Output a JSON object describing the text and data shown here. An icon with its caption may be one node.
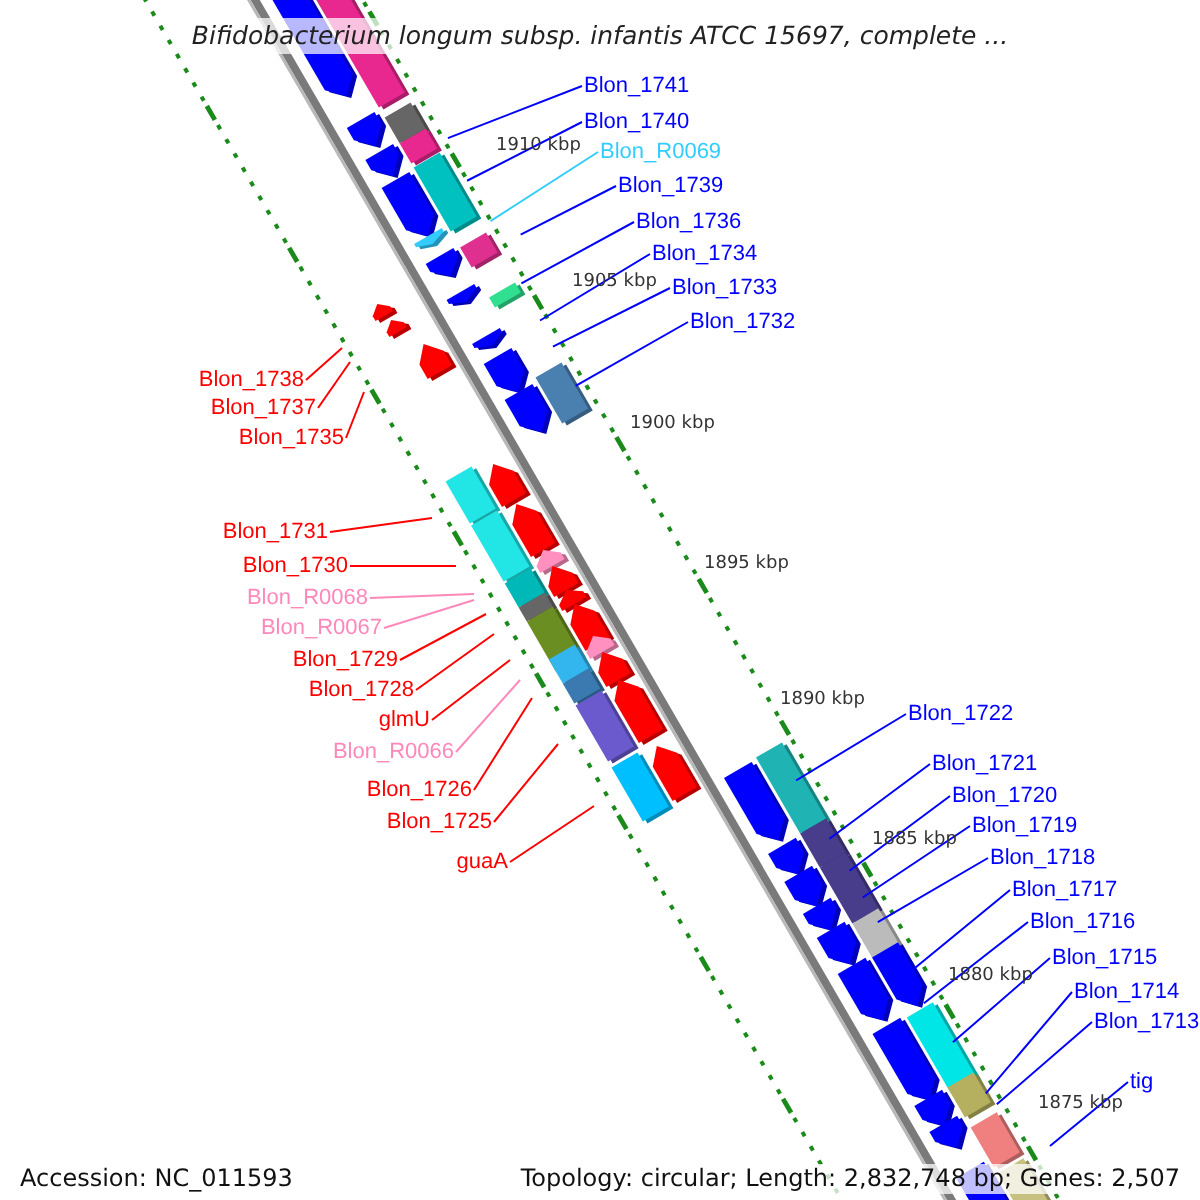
{
  "diagram": {
    "title": "Bifidobacterium longum subsp. infantis ATCC 15697, complete ...",
    "nodes": [
      {
        "text": [
          "Blon_1741"
        ]
      },
      {
        "text": [
          "Blon_1740"
        ]
      },
      {
        "text": [
          "Blon_R0069"
        ]
      },
      {
        "text": [
          "Blon_1739"
        ]
      },
      {
        "text": [
          "Blon_1736"
        ]
      },
      {
        "text": [
          "Blon_1734"
        ]
      },
      {
        "text": [
          "Blon_1733"
        ]
      },
      {
        "text": [
          "Blon_1732"
        ]
      },
      {
        "text": [
          "Blon_1738"
        ]
      },
      {
        "text": [
          "Blon_1737"
        ]
      },
      {
        "text": [
          "Blon_1735"
        ]
      },
      {
        "text": [
          "Blon_1731"
        ]
      },
      {
        "text": [
          "Blon_1730"
        ]
      },
      {
        "text": [
          "Blon_R0068"
        ]
      },
      {
        "text": [
          "Blon_R0067"
        ]
      },
      {
        "text": [
          "Blon_1729"
        ]
      },
      {
        "text": [
          "Blon_1728"
        ]
      },
      {
        "text": [
          "glmU"
        ]
      },
      {
        "text": [
          "Blon_R0066"
        ]
      },
      {
        "text": [
          "Blon_1726"
        ]
      },
      {
        "text": [
          "Blon_1725"
        ]
      },
      {
        "text": [
          "guaA"
        ]
      },
      {
        "text": [
          "Blon_1722"
        ]
      },
      {
        "text": [
          "Blon_1721"
        ]
      },
      {
        "text": [
          "Blon_1720"
        ]
      },
      {
        "text": [
          "Blon_1719"
        ]
      },
      {
        "text": [
          "Blon_1718"
        ]
      },
      {
        "text": [
          "Blon_1717"
        ]
      },
      {
        "text": [
          "Blon_1716"
        ]
      },
      {
        "text": [
          "Blon_1715"
        ]
      },
      {
        "text": [
          "Blon_1714"
        ]
      },
      {
        "text": [
          "Blon_1713"
        ]
      },
      {
        "text": [
          "tig"
        ]
      }
    ],
    "edges": [
      {
        "from": 0,
        "to": null,
        "arrow": "none"
      },
      {
        "from": 1,
        "to": null,
        "arrow": "none"
      },
      {
        "from": 2,
        "to": null,
        "arrow": "none",
        "color": "#33ccff"
      },
      {
        "from": 3,
        "to": null,
        "arrow": "none"
      },
      {
        "from": 4,
        "to": null,
        "arrow": "none"
      },
      {
        "from": 5,
        "to": null,
        "arrow": "none"
      },
      {
        "from": 6,
        "to": null,
        "arrow": "none"
      },
      {
        "from": 7,
        "to": null,
        "arrow": "none"
      },
      {
        "from": 8,
        "to": null,
        "arrow": "none",
        "color": "#ff0000"
      },
      {
        "from": 9,
        "to": null,
        "arrow": "none",
        "color": "#ff0000"
      },
      {
        "from": 10,
        "to": null,
        "arrow": "none",
        "color": "#ff0000"
      },
      {
        "from": 11,
        "to": null,
        "arrow": "none",
        "color": "#ff0000"
      },
      {
        "from": 12,
        "to": null,
        "arrow": "none",
        "color": "#ff0000"
      },
      {
        "from": 13,
        "to": null,
        "arrow": "none",
        "color": "#ff88bb"
      },
      {
        "from": 14,
        "to": null,
        "arrow": "none",
        "color": "#ff88bb"
      },
      {
        "from": 15,
        "to": null,
        "arrow": "none",
        "color": "#ff0000"
      },
      {
        "from": 16,
        "to": null,
        "arrow": "none",
        "color": "#ff0000"
      },
      {
        "from": 17,
        "to": null,
        "arrow": "none",
        "color": "#ff0000"
      },
      {
        "from": 18,
        "to": null,
        "arrow": "none",
        "color": "#ff88bb"
      },
      {
        "from": 19,
        "to": null,
        "arrow": "none",
        "color": "#ff0000"
      },
      {
        "from": 20,
        "to": null,
        "arrow": "none",
        "color": "#ff0000"
      },
      {
        "from": 21,
        "to": null,
        "arrow": "none",
        "color": "#ff0000"
      },
      {
        "from": 22,
        "to": null,
        "arrow": "none"
      },
      {
        "from": 23,
        "to": null,
        "arrow": "none"
      },
      {
        "from": 24,
        "to": null,
        "arrow": "none"
      },
      {
        "from": 25,
        "to": null,
        "arrow": "none"
      },
      {
        "from": 26,
        "to": null,
        "arrow": "none"
      },
      {
        "from": 27,
        "to": null,
        "arrow": "none"
      },
      {
        "from": 28,
        "to": null,
        "arrow": "none"
      },
      {
        "from": 29,
        "to": null,
        "arrow": "none"
      },
      {
        "from": 30,
        "to": null,
        "arrow": "none"
      },
      {
        "from": 31,
        "to": null,
        "arrow": "none"
      },
      {
        "from": 32,
        "to": null,
        "arrow": "none"
      }
    ],
    "labels": [
      "1910 kbp",
      "1905 kbp",
      "1900 kbp",
      "1895 kbp",
      "1890 kbp",
      "1885 kbp",
      "1880 kbp",
      "1875 kbp",
      "Accession: NC_011593",
      "Topology: circular; Length: 2,832,748 bp; Genes: 2,507"
    ]
  }
}
